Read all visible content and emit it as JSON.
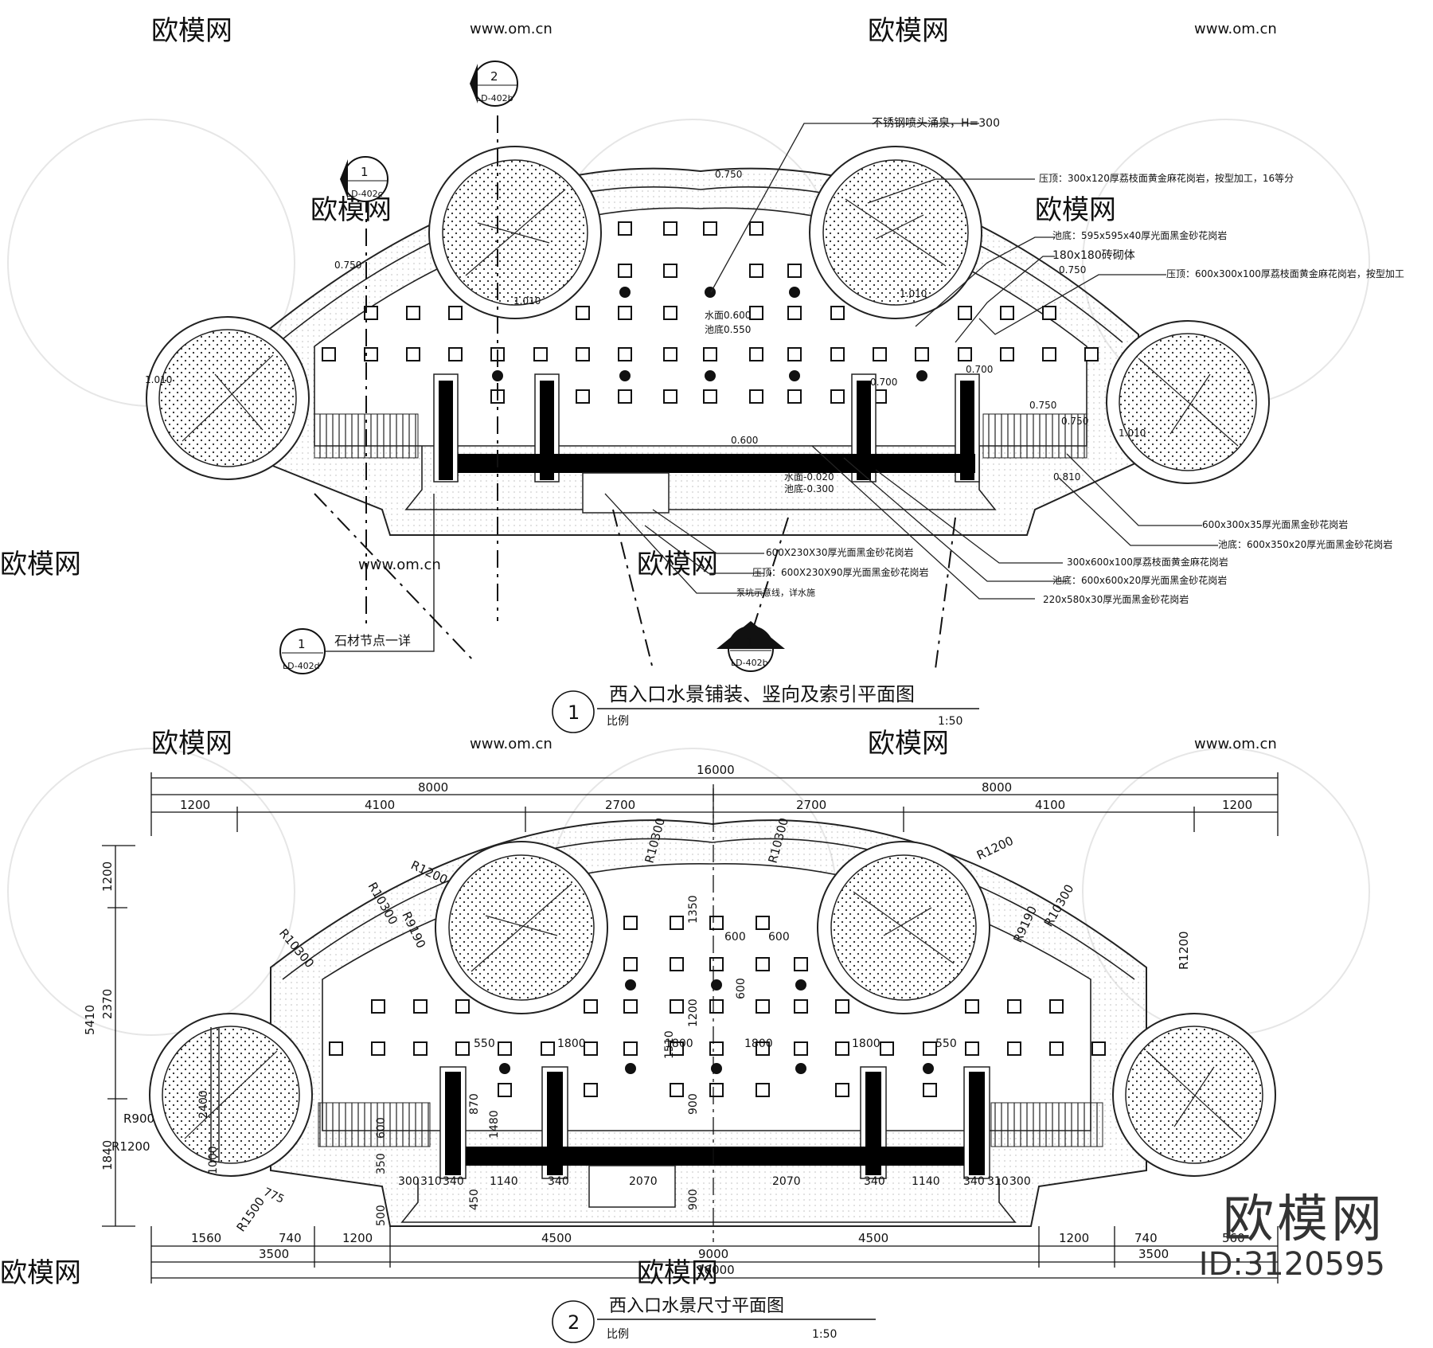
{
  "top_plan": {
    "title": "西入口水景铺装、竖向及索引平面图",
    "number": "1",
    "scale_label": "比例",
    "scale": "1:50",
    "index_symbols": [
      {
        "num": "2",
        "ref": "LD-402b"
      },
      {
        "num": "1",
        "ref": "LD-402c"
      },
      {
        "num": "1",
        "ref": "LD-402b"
      },
      {
        "num": "1",
        "ref": "LD-402d"
      }
    ],
    "stone_node_note": "石材节点一详",
    "callouts": [
      "不锈钢喷头涌泉，H=300",
      "压顶：300x120厚荔枝面黄金麻花岗岩，按型加工，16等分",
      "池底：595x595x40厚光面黑金砂花岗岩",
      "180x180砖砌体",
      "压顶：600x300x100厚荔枝面黄金麻花岗岩，按型加工",
      "600x300x35厚光面黑金砂花岗岩",
      "池底：600x350x20厚光面黑金砂花岗岩",
      "300x600x100厚荔枝面黄金麻花岗岩",
      "池底：600x600x20厚光面黑金砂花岗岩",
      "220x580x30厚光面黑金砂花岗岩",
      "600X230X30厚光面黑金砂花岗岩",
      "压顶：600X230X90厚光面黑金砂花岗岩",
      "泵坑示意线，详水施"
    ],
    "elevations": [
      "0.750",
      "0.750",
      "0.750",
      "1.010",
      "1.010",
      "1.010",
      "1.010",
      "水面0.600",
      "池底0.550",
      "0.700",
      "0.700",
      "0.750",
      "0.750",
      "0.810",
      "0.600",
      "水面-0.020",
      "池底-0.300"
    ]
  },
  "bottom_plan": {
    "title": "西入口水景尺寸平面图",
    "number": "2",
    "scale_label": "比例",
    "scale": "1:50",
    "dims_top": {
      "total": "16000",
      "halves": [
        "8000",
        "8000"
      ],
      "segments": [
        "1200",
        "4100",
        "2700",
        "2700",
        "4100",
        "1200"
      ]
    },
    "dims_bottom": {
      "row1": [
        "1560",
        "740",
        "1200",
        "4500",
        "4500",
        "1200",
        "740",
        "560"
      ],
      "row2": [
        "3500",
        "9000",
        "3500"
      ],
      "total": "16000"
    },
    "dims_left": [
      "5410",
      "1200",
      "2370",
      "1840"
    ],
    "radii": [
      "R10300",
      "R10300",
      "R1200",
      "R1200",
      "R1200",
      "R10300",
      "R10300",
      "R10300",
      "R9190",
      "R9190",
      "R900",
      "R1200",
      "R1500"
    ],
    "inner_dims": [
      "600",
      "600",
      "600",
      "1350",
      "1200",
      "1510",
      "900",
      "900",
      "550",
      "1800",
      "1800",
      "550",
      "1800",
      "1800",
      "300",
      "310",
      "340",
      "1140",
      "340",
      "2070",
      "2070",
      "340",
      "1140",
      "340",
      "310",
      "300",
      "1480",
      "870",
      "600",
      "500",
      "450",
      "350",
      "775",
      "2400",
      "1000"
    ]
  },
  "watermark": {
    "brand": "欧模网",
    "domain": "www.om.cn",
    "id": "ID:3120595"
  }
}
